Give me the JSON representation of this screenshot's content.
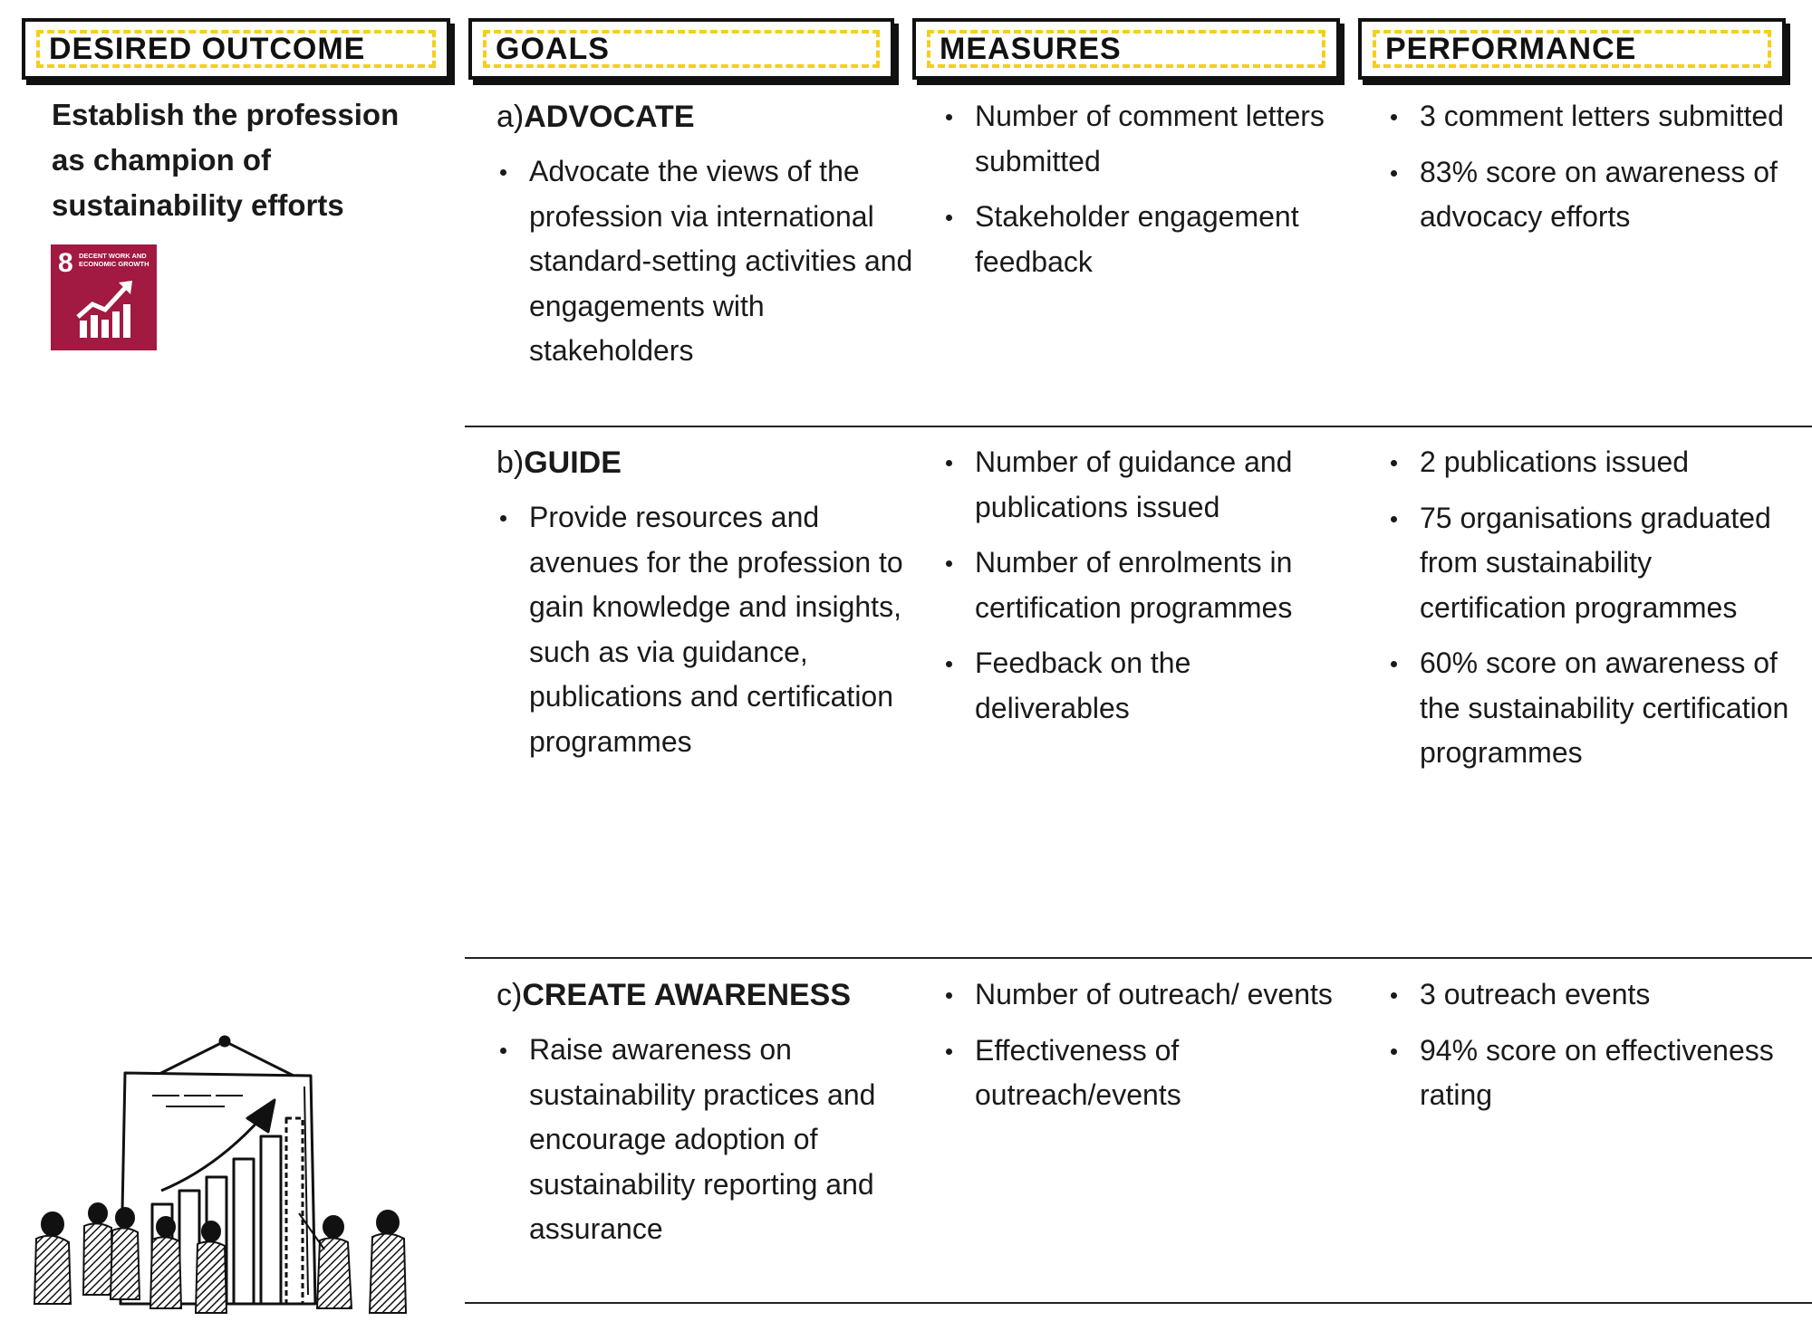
{
  "headers": {
    "outcome": "DESIRED OUTCOME",
    "goals": "GOALS",
    "measures": "MEASURES",
    "performance": "PERFORMANCE"
  },
  "outcome": {
    "text": "Establish the profession as champion of sustainability efforts",
    "sdg_badge": {
      "number": "8",
      "label": "DECENT WORK AND ECONOMIC GROWTH",
      "color": "#a21942",
      "icon": "growth-chart-icon"
    }
  },
  "rows": [
    {
      "letter": "a)",
      "title": "ADVOCATE",
      "goal": "Advocate the views of the profession via international standard-setting activities and engagements with stakeholders",
      "measures": [
        "Number of comment letters submitted",
        "Stakeholder engagement feedback"
      ],
      "performance": [
        "3 comment letters submitted",
        "83% score on awareness of advocacy efforts"
      ]
    },
    {
      "letter": "b)",
      "title": "GUIDE",
      "goal": "Provide resources and avenues for the profession to gain knowledge and insights, such as via guidance, publications and certification programmes",
      "measures": [
        "Number of guidance and publications issued",
        "Number of enrolments in certification programmes",
        "Feedback on the deliverables"
      ],
      "performance": [
        "2 publications issued",
        "75 organisations graduated from sustainability certification programmes",
        "60% score on awareness of the sustainability certification programmes"
      ]
    },
    {
      "letter": "c)",
      "title": "CREATE AWARENESS",
      "goal": "Raise awareness on sustainability practices and encourage adoption of sustainability reporting and assurance",
      "measures": [
        "Number of outreach/ events",
        "Effectiveness of outreach/events"
      ],
      "performance": [
        "3 outreach events",
        "94% score on effectiveness rating"
      ]
    }
  ],
  "colors": {
    "accent_yellow": "#f4cf1f",
    "line": "#222222",
    "sdg_red": "#a21942"
  }
}
